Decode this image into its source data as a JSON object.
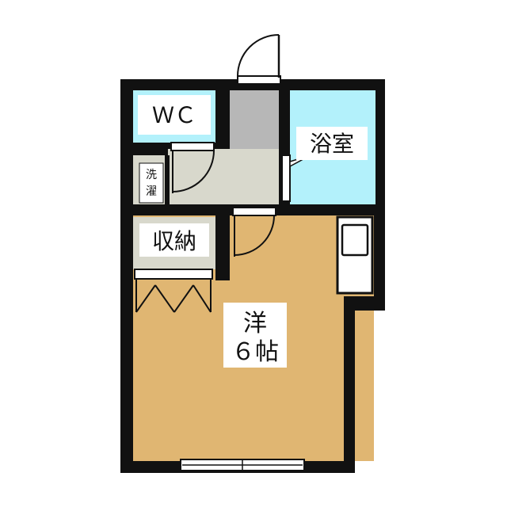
{
  "rooms": {
    "wc": {
      "label": "ＷＣ"
    },
    "bath": {
      "label": "浴室"
    },
    "laundry": {
      "line1": "洗",
      "line2": "濯"
    },
    "storage": {
      "label": "収納"
    },
    "western": {
      "line1": "洋",
      "line2": "６帖"
    }
  },
  "colors": {
    "wall": "#111111",
    "wc_floor": "#b3f1fb",
    "bath_floor": "#b3f1fb",
    "western_floor": "#e0b672",
    "corridor_floor": "#d8d8cc",
    "entrance_floor": "#b7b7b7",
    "label_box": "#ffffff"
  },
  "icons": [
    "door-swing-icon",
    "sliding-door-icon",
    "sink-icon",
    "window-icon"
  ]
}
